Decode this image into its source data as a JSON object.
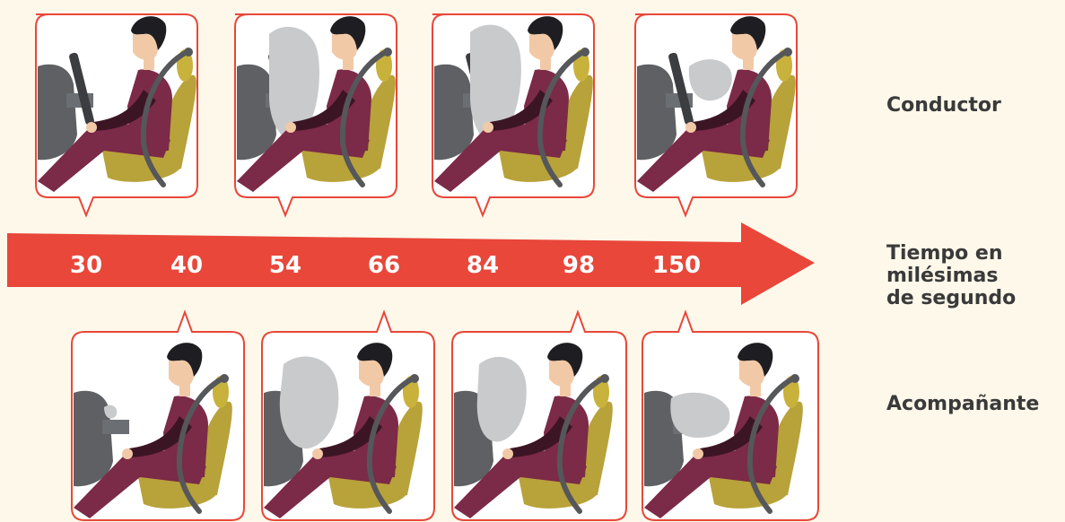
{
  "labels": {
    "driver": "Conductor",
    "time_line1": "Tiempo en",
    "time_line2": "milésimas",
    "time_line3": "de segundo",
    "passenger": "Acompañante"
  },
  "timeline": {
    "ticks": [
      "30",
      "40",
      "54",
      "66",
      "84",
      "98",
      "150"
    ],
    "arrow_color": "#e8473a"
  },
  "driver_frames": [
    {
      "time": "30",
      "airbag_state": "none"
    },
    {
      "time": "54",
      "airbag_state": "inflating"
    },
    {
      "time": "84",
      "airbag_state": "full"
    },
    {
      "time": "150",
      "airbag_state": "deflated"
    }
  ],
  "passenger_frames": [
    {
      "time": "40",
      "airbag_state": "small"
    },
    {
      "time": "66",
      "airbag_state": "inflating"
    },
    {
      "time": "98",
      "airbag_state": "full"
    },
    {
      "time": "150",
      "airbag_state": "deflated"
    }
  ],
  "colors": {
    "frame_border": "#e8473a",
    "suit": "#7b2a47",
    "sleeve": "#3c1524",
    "seat": "#b8a23a",
    "skin": "#f2c9a6",
    "hair": "#1e1e22",
    "airbag": "#c9cacc",
    "dashboard": "#5e6063",
    "belt": "#55575a"
  }
}
